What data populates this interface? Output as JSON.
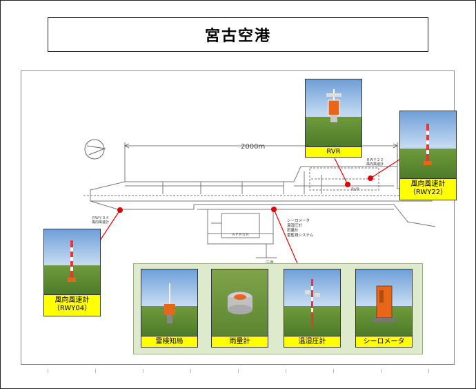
{
  "title": "宮古空港",
  "runway_length": "2000m",
  "airport_label_small": "ＡＰＲＯＮ",
  "annotations": {
    "rvr_small": "RVR",
    "rwy22_small": "ＲＷＹ２２\n風向風速計",
    "rwy04_small": "ＲＷＹ０４\n風向風速計",
    "ceilometer_list": "シーロメータ\n温湿圧計\n雨量計\n雷監視システム",
    "office_small": "庁舎"
  },
  "labels": {
    "rvr": "RVR",
    "wind_rwy22_line1": "風向風速計",
    "wind_rwy22_line2": "（RWY22）",
    "wind_rwy04_line1": "風向風速計",
    "wind_rwy04_line2": "（RWY04）",
    "lightning": "雷検知局",
    "rain": "雨量計",
    "temp_hum": "温湿圧計",
    "ceilometer": "シーロメータ"
  },
  "colors": {
    "callout": "#e00000",
    "label_bg": "#ffff00",
    "equip_panel": "#ddeacb"
  }
}
